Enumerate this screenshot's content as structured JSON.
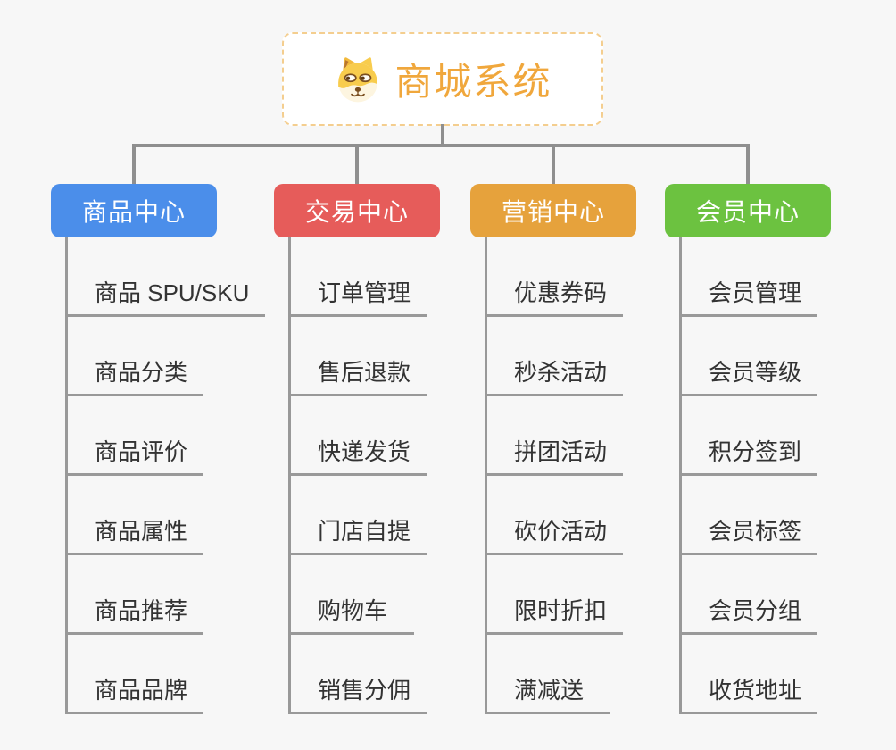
{
  "root": {
    "title": "商城系统",
    "icon": "doge-icon"
  },
  "branches": [
    {
      "label": "商品中心",
      "color": "#4b8eea",
      "children": [
        "商品 SPU/SKU",
        "商品分类",
        "商品评价",
        "商品属性",
        "商品推荐",
        "商品品牌"
      ]
    },
    {
      "label": "交易中心",
      "color": "#e65c5a",
      "children": [
        "订单管理",
        "售后退款",
        "快递发货",
        "门店自提",
        "购物车",
        "销售分佣"
      ]
    },
    {
      "label": "营销中心",
      "color": "#e6a23c",
      "children": [
        "优惠券码",
        "秒杀活动",
        "拼团活动",
        "砍价活动",
        "限时折扣",
        "满减送"
      ]
    },
    {
      "label": "会员中心",
      "color": "#6cc240",
      "children": [
        "会员管理",
        "会员等级",
        "积分签到",
        "会员标签",
        "会员分组",
        "收货地址"
      ]
    }
  ],
  "colors": {
    "background": "#f7f7f7",
    "line": "#8f8f8f",
    "underline": "#999999",
    "leaf_text": "#333333",
    "root_accent": "#f0a73c",
    "root_border": "#f4ce8f"
  }
}
